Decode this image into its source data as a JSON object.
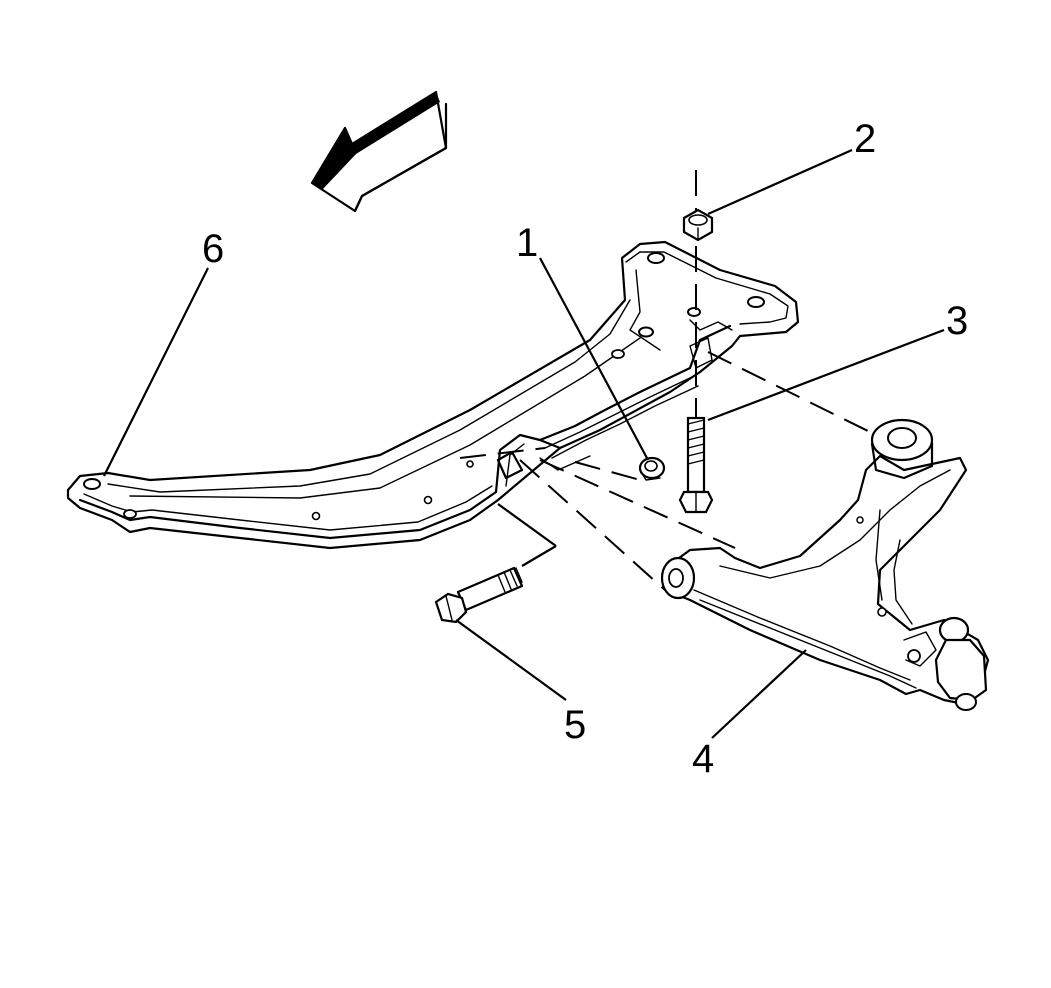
{
  "callouts": [
    {
      "id": "1",
      "label": "1"
    },
    {
      "id": "2",
      "label": "2"
    },
    {
      "id": "3",
      "label": "3"
    },
    {
      "id": "4",
      "label": "4"
    },
    {
      "id": "5",
      "label": "5"
    },
    {
      "id": "6",
      "label": "6"
    }
  ],
  "icons": {
    "direction_arrow": "forward-direction-arrow-icon"
  }
}
